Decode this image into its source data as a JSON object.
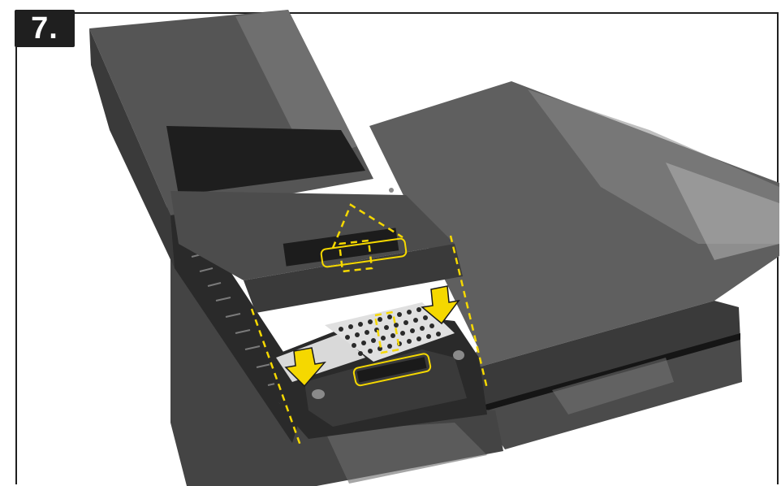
{
  "step": {
    "number_label": "7."
  },
  "colors": {
    "frame": "#1f1f1f",
    "console_dark": "#2b2b2b",
    "console_mid": "#4a4a4a",
    "console_light": "#6e6e6e",
    "highlight": "#8a8a8a",
    "accent_yellow": "#f5d800"
  },
  "illustration": {
    "subject": "console-with-stacked-drive-bay",
    "callouts": [
      "upper-connector-highlight",
      "lower-connector-highlight",
      "left-down-arrow",
      "right-down-arrow",
      "alignment-guides"
    ]
  }
}
